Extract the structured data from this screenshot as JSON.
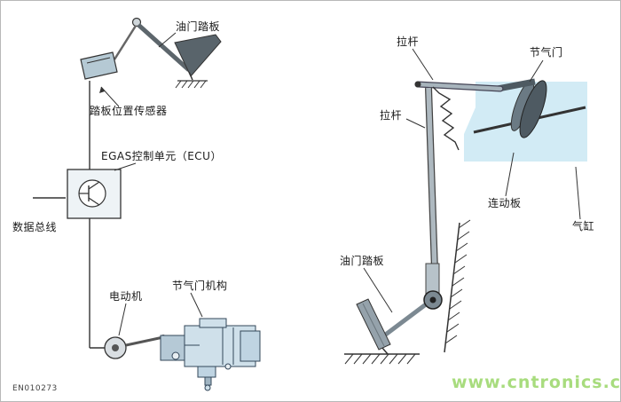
{
  "colors": {
    "line": "#333333",
    "label-text": "#1a1a1a",
    "diagram-blue": "#d2ebf5",
    "metal-gray": "#97a5ad",
    "watermark-green": "#a8dc7e"
  },
  "left_diagram": {
    "pedal_label": "油门踏板",
    "sensor_label": "踏板位置传感器",
    "ecu_label": "EGAS控制单元（ECU）",
    "data_bus_label": "数据总线",
    "motor_label": "电动机",
    "throttle_mechanism_label": "节气门机构",
    "figure_code": "EN010273"
  },
  "right_diagram": {
    "pull_rod_top_label": "拉杆",
    "pull_rod_side_label": "拉杆",
    "throttle_valve_label": "节气门",
    "linkage_plate_label": "连动板",
    "cylinder_label": "气缸",
    "pedal_label": "油门踏板"
  },
  "watermark": "www.cntronics.com"
}
